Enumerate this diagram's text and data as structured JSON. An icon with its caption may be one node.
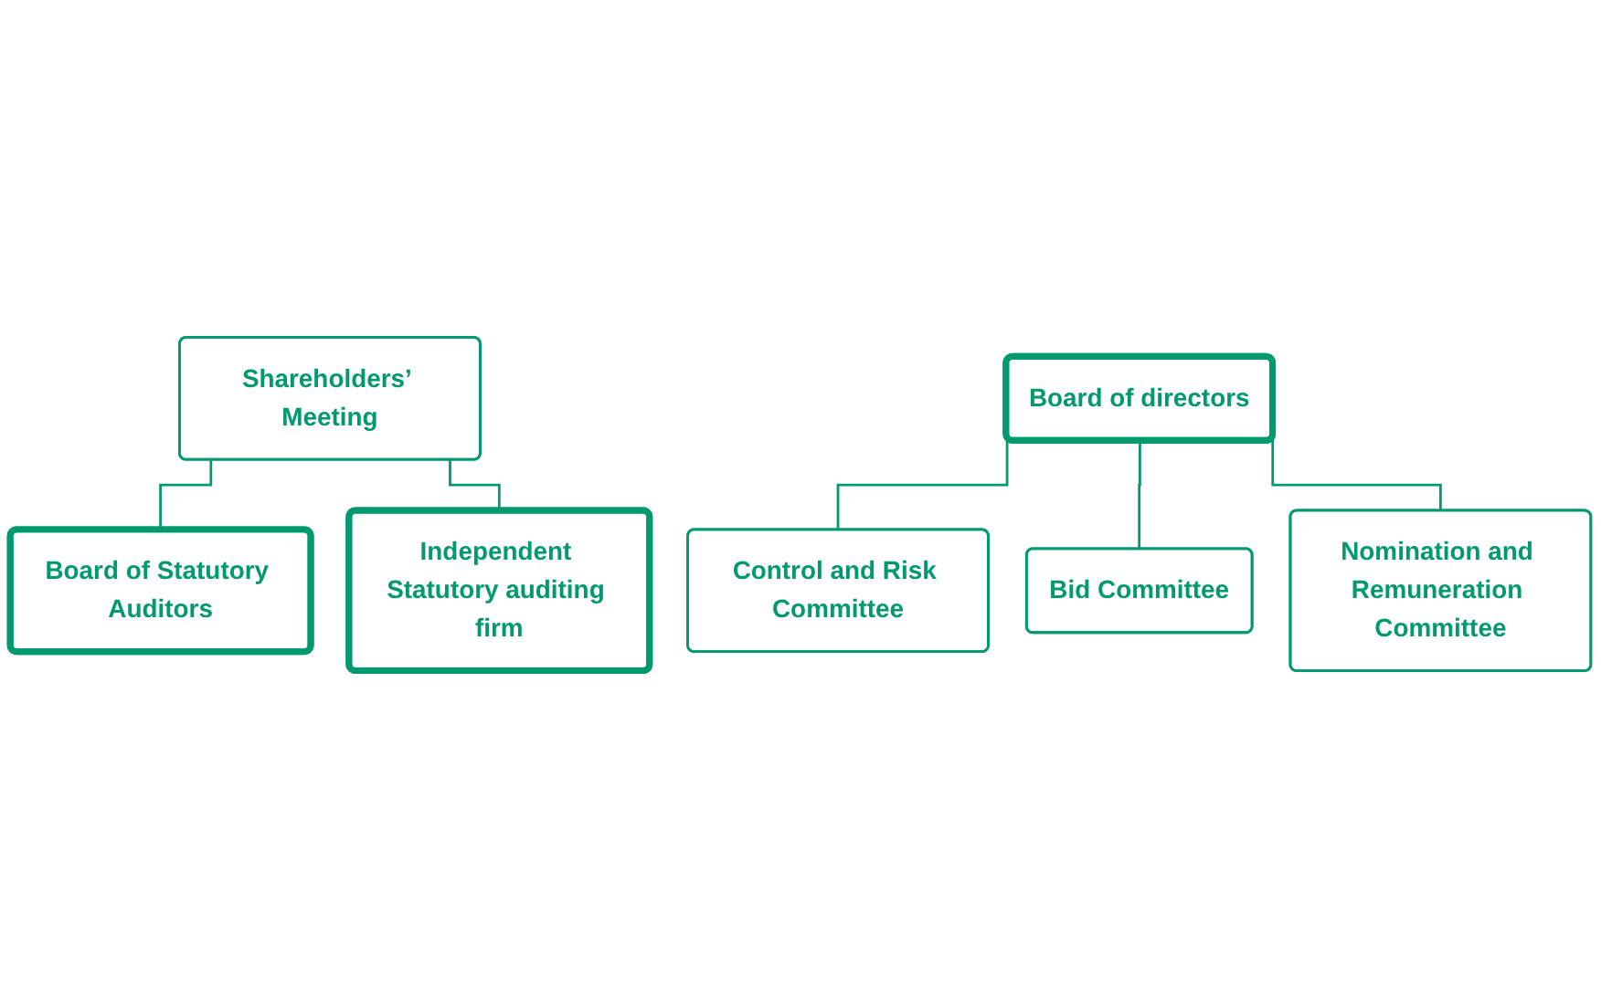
{
  "diagram": {
    "nodes": [
      {
        "text": [
          "Shareholders’ Meeting"
        ]
      },
      {
        "text": [
          "Board of Statutory Auditors"
        ]
      },
      {
        "text": [
          "Board of directors"
        ]
      },
      {
        "text": [
          "Independent Statutory auditing firm"
        ]
      },
      {
        "text": [
          "Control and Risk Committee"
        ]
      },
      {
        "text": [
          "Bid Committee"
        ]
      },
      {
        "text": [
          "Nomination and Remuneration Committee"
        ]
      }
    ],
    "edges": [
      {
        "from": 0,
        "to": 1,
        "arrow": "none"
      },
      {
        "from": 0,
        "to": 3,
        "arrow": "none"
      },
      {
        "from": 2,
        "to": 4,
        "arrow": "none"
      },
      {
        "from": 2,
        "to": 5,
        "arrow": "none"
      },
      {
        "from": 2,
        "to": 6,
        "arrow": "none"
      }
    ]
  }
}
